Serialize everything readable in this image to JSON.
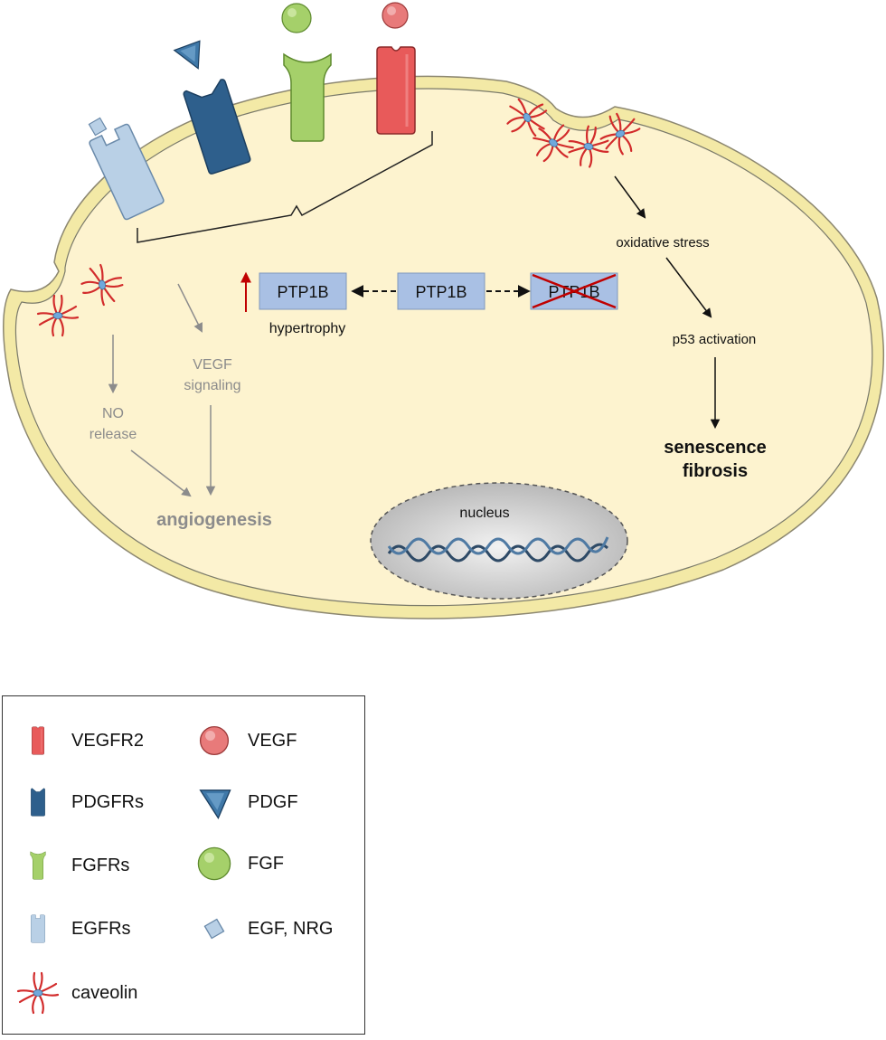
{
  "colors": {
    "cell_fill": "#fdf3cf",
    "cell_outer": "#f3e9a6",
    "membrane_line": "#7a7a6a",
    "vegfr2": "#e85a5a",
    "pdgfr": "#2e5f8c",
    "fgfr": "#a5d06a",
    "egfr": "#b9d0e6",
    "ptp1b_box": "#a9c0e4",
    "caveolin": "#d22b2b",
    "arrow_gray": "#8c8c8c",
    "hypertrophy_arrow": "#c00000"
  },
  "labels": {
    "ptp1b_left": "PTP1B",
    "ptp1b_center": "PTP1B",
    "ptp1b_right": "PTP1B",
    "hypertrophy": "hypertrophy",
    "oxidative_stress": "oxidative  stress",
    "p53_activation": "p53 activation",
    "senescence": "senescence",
    "fibrosis": "fibrosis",
    "no_release_1": "NO",
    "no_release_2": "release",
    "vegf_signaling_1": "VEGF",
    "vegf_signaling_2": "signaling",
    "angiogenesis": "angiogenesis",
    "nucleus": "nucleus"
  },
  "legend": [
    {
      "key": "vegfr2",
      "label": "VEGFR2",
      "icon": "vegfr2-receptor-icon"
    },
    {
      "key": "vegf",
      "label": "VEGF",
      "icon": "vegf-ligand-icon"
    },
    {
      "key": "pdgfr",
      "label": "PDGFRs",
      "icon": "pdgfr-receptor-icon"
    },
    {
      "key": "pdgf",
      "label": "PDGF",
      "icon": "pdgf-ligand-icon"
    },
    {
      "key": "fgfr",
      "label": "FGFRs",
      "icon": "fgfr-receptor-icon"
    },
    {
      "key": "fgf",
      "label": "FGF",
      "icon": "fgf-ligand-icon"
    },
    {
      "key": "egfr",
      "label": "EGFRs",
      "icon": "egfr-receptor-icon"
    },
    {
      "key": "egf",
      "label": "EGF, NRG",
      "icon": "egf-ligand-icon"
    },
    {
      "key": "caveolin",
      "label": "caveolin",
      "icon": "caveolin-icon"
    }
  ]
}
